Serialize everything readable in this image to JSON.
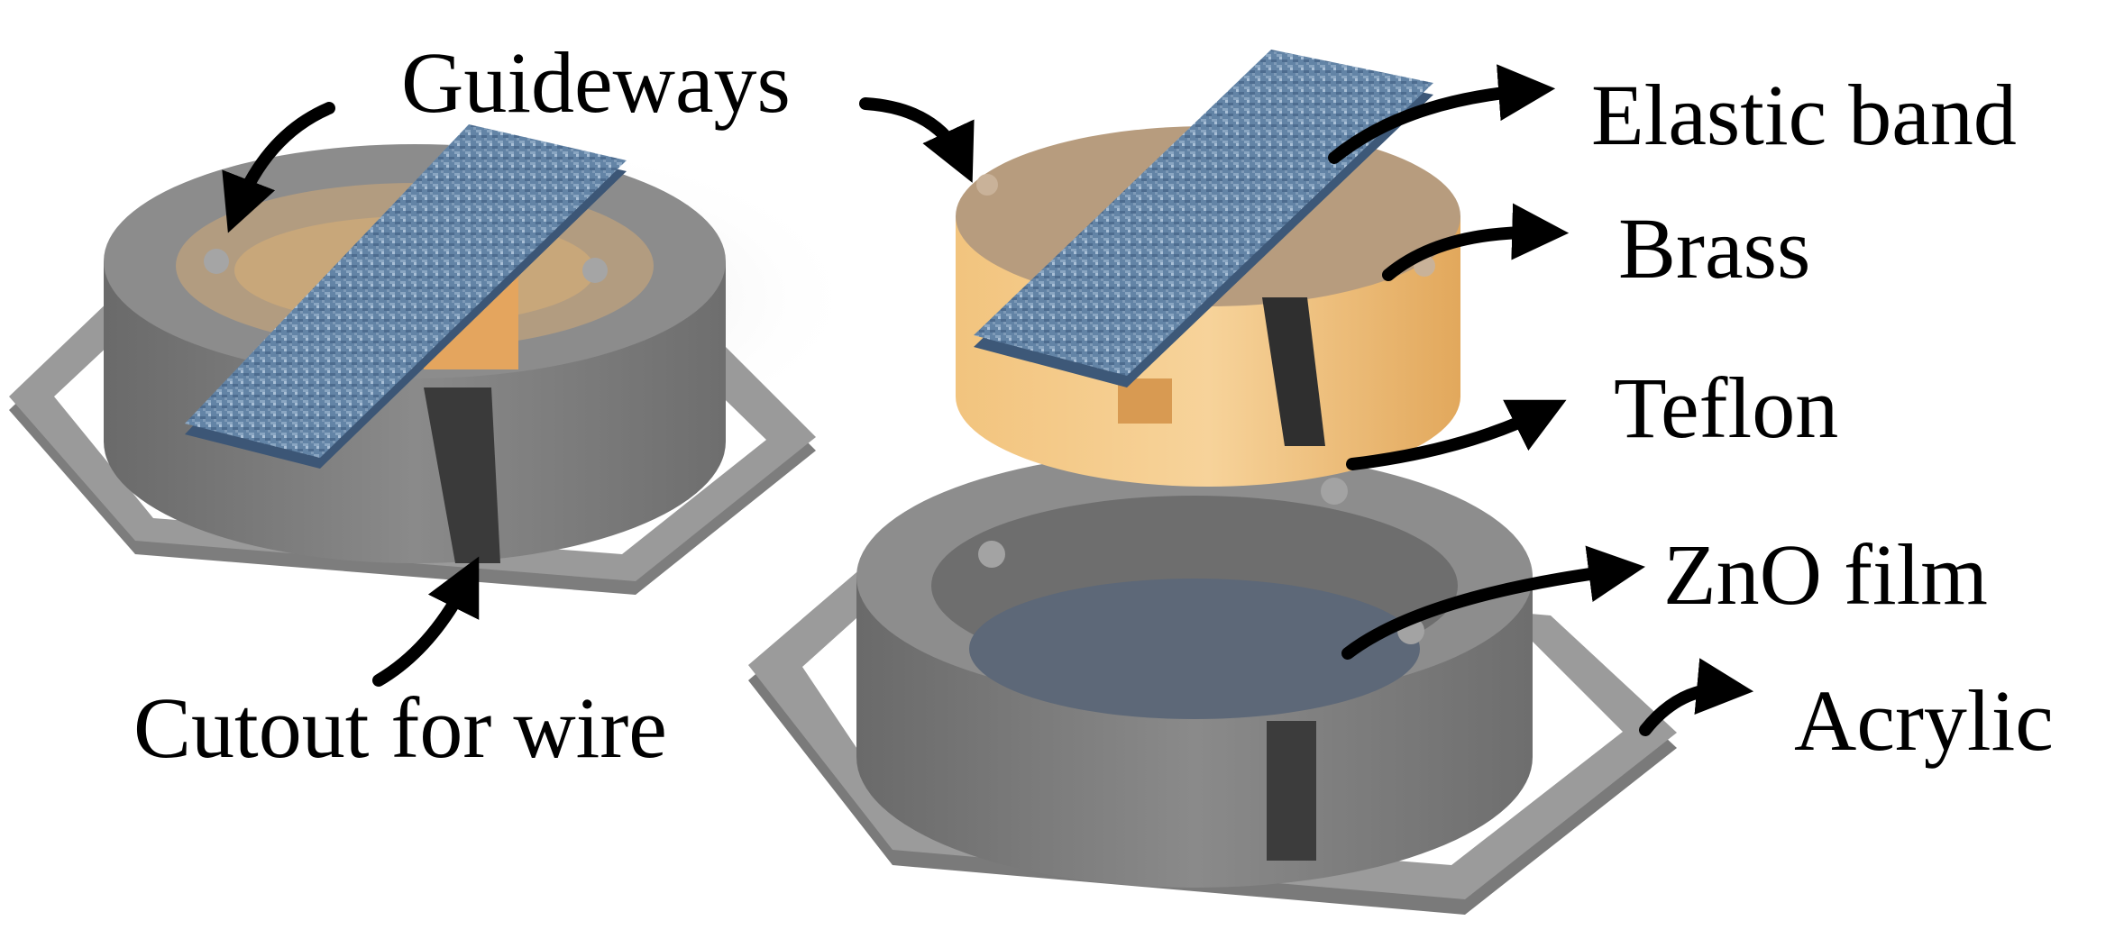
{
  "labels": {
    "guideways": "Guideways",
    "elastic_band": "Elastic band",
    "brass": "Brass",
    "teflon": "Teflon",
    "zno_film": "ZnO film",
    "acrylic": "Acrylic",
    "cutout_for_wire": "Cutout for wire"
  },
  "colors": {
    "background": "#ffffff",
    "housing_gray": "#7f7f7f",
    "brass": "#e8b56a",
    "brass_top": "#b89e80",
    "elastic_band": "#5f7fa0",
    "zno_film": "#5d6878",
    "arrow": "#000000"
  }
}
